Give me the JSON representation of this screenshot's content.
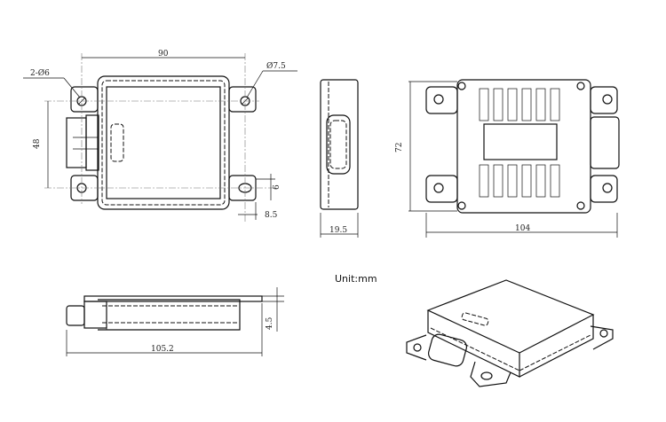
{
  "title": "Module dimension drawing",
  "unit_label": "Unit:mm",
  "top_view": {
    "width": "90",
    "hole_small": "2-Ø6",
    "hole_large": "Ø7.5",
    "height": "48",
    "slot_h": "6",
    "slot_w": "8.5"
  },
  "side_view": {
    "depth": "19.5"
  },
  "bottom_view": {
    "height": "72",
    "width": "104"
  },
  "front_view": {
    "thickness": "4.5",
    "length": "105.2"
  }
}
